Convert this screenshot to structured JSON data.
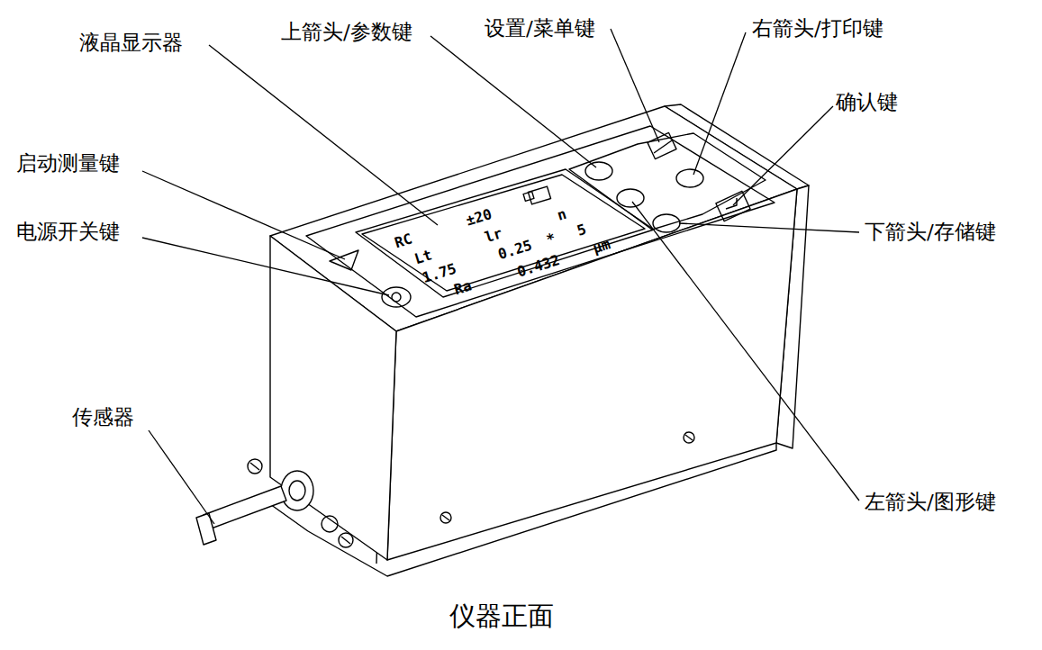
{
  "diagram": {
    "caption": "仪器正面",
    "labels": [
      "液晶显示器",
      "上箭头/参数键",
      "设置/菜单键",
      "右箭头/打印键",
      "确认键",
      "启动测量键",
      "电源开关键",
      "下箭头/存储键",
      "传感器",
      "左箭头/图形键",
      "RC",
      "±20",
      "n",
      "Lt",
      "lr",
      "5",
      "1.75",
      "0.25",
      "*",
      "μm",
      "Ra",
      "0.432"
    ]
  }
}
